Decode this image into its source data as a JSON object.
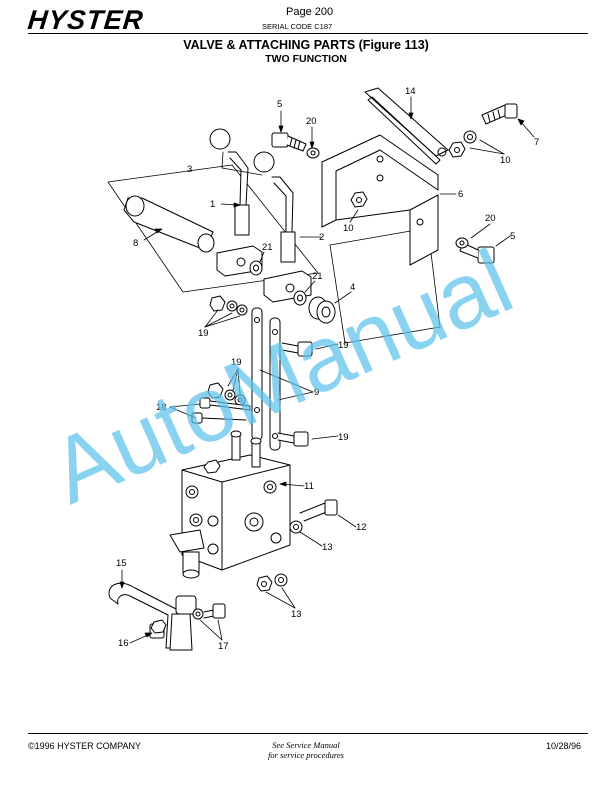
{
  "header": {
    "brand": "HYSTER",
    "page": "Page 200",
    "serial_code": "SERIAL CODE C187"
  },
  "title": "VALVE & ATTACHING PARTS (Figure 113)",
  "subtitle": "TWO FUNCTION",
  "watermark": "AutoManual",
  "callouts": {
    "c1": "1",
    "c2": "2",
    "c3": "3",
    "c4": "4",
    "c5a": "5",
    "c5b": "5",
    "c6": "6",
    "c7": "7",
    "c8": "8",
    "c9": "9",
    "c10a": "10",
    "c10b": "10",
    "c11": "11",
    "c12": "12",
    "c13a": "13",
    "c13b": "13",
    "c14": "14",
    "c15": "15",
    "c16": "16",
    "c17": "17",
    "c18": "18",
    "c19a": "19",
    "c19b": "19",
    "c19c": "19",
    "c19d": "19",
    "c20a": "20",
    "c20b": "20",
    "c21a": "21",
    "c21b": "21"
  },
  "footer": {
    "copyright": "©1996 HYSTER COMPANY",
    "note_line1": "See Service Manual",
    "note_line2": "for service procedures",
    "date": "10/28/96"
  }
}
